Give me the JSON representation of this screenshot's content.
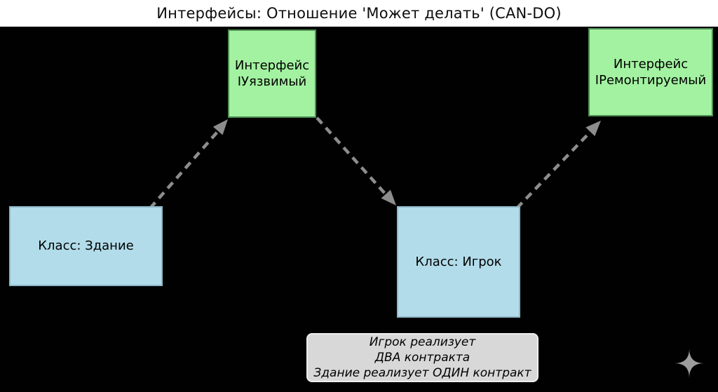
{
  "title": "Интерфейсы: Отношение 'Может делать' (CAN-DO)",
  "nodes": {
    "interface_vulnerable": {
      "line1": "Интерфейс",
      "line2": "IУязвимый"
    },
    "interface_repairable": {
      "line1": "Интерфейс",
      "line2": "IРемонтируемый"
    },
    "class_building": {
      "label": "Класс: Здание"
    },
    "class_player": {
      "label": "Класс: Игрок"
    }
  },
  "note": {
    "line1": "Игрок реализует",
    "line2": "ДВА контракта",
    "line3": "Здание реализует ОДИН контракт"
  },
  "edges": [
    {
      "from": "class-building",
      "to": "interface-ivulnerable",
      "style": "dashed-arrow"
    },
    {
      "from": "interface-ivulnerable",
      "to": "class-player",
      "style": "dashed-arrow"
    },
    {
      "from": "class-player",
      "to": "interface-irepairable",
      "style": "dashed-arrow"
    }
  ],
  "colors": {
    "canvas": "#010101",
    "title_bg": "#ffffff",
    "title_text": "#0d0d0d",
    "interface_fill": "#a3f2a1",
    "interface_border": "#4f9153",
    "class_fill": "#b2dcea",
    "class_border": "#8fb9c8",
    "note_fill": "#d8d8d8",
    "note_border": "#eeeeee",
    "arrow": "#8d8d8d",
    "sparkle": "#9d9d9d"
  }
}
